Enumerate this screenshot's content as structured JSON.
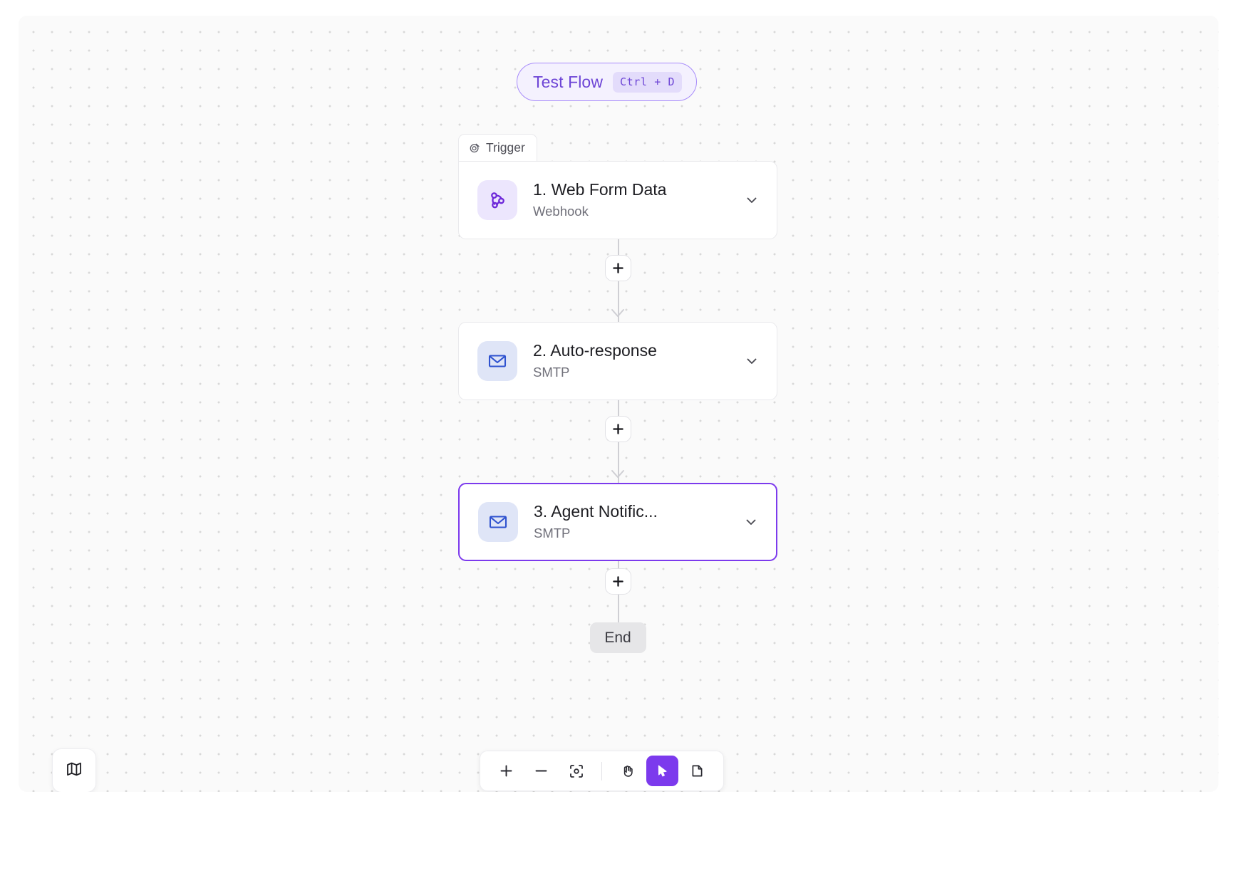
{
  "canvas": {
    "test_flow": {
      "label": "Test Flow",
      "shortcut": "Ctrl + D",
      "accent_color": "#7c3aed",
      "background_color": "#f4f1fe"
    },
    "trigger_tab": {
      "label": "Trigger",
      "icon": "trigger-bolt-icon"
    },
    "nodes": [
      {
        "title": "1. Web Form Data",
        "subtitle": "Webhook",
        "icon": "webhook-icon",
        "icon_color": "#6d28d9",
        "icon_bg": "#ece6fd",
        "selected": false
      },
      {
        "title": "2. Auto-response",
        "subtitle": "SMTP",
        "icon": "envelope-icon",
        "icon_color": "#2f52cf",
        "icon_bg": "#dfe5f7",
        "selected": false
      },
      {
        "title": "3. Agent Notific...",
        "subtitle": "SMTP",
        "icon": "envelope-icon",
        "icon_color": "#2f52cf",
        "icon_bg": "#dfe5f7",
        "selected": true
      }
    ],
    "add_step_label": "+",
    "end_label": "End"
  },
  "toolbar": {
    "zoom_in": "zoom-in-icon",
    "zoom_out": "zoom-out-icon",
    "fit_view": "fit-view-icon",
    "pan_tool": "hand-pan-icon",
    "select_tool": "cursor-pointer-icon",
    "duplicate_tool": "page-icon",
    "active_tool": "select-tool",
    "active_color": "#7c3aed"
  },
  "minimap": {
    "toggle_icon": "map-icon"
  }
}
